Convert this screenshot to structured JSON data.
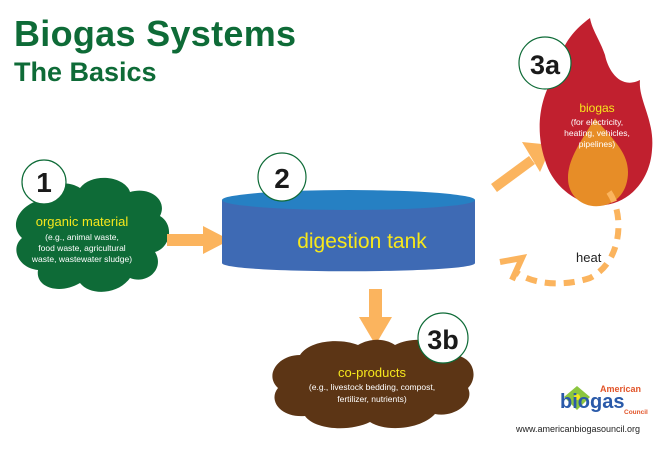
{
  "title": "Biogas Systems",
  "subtitle": "The Basics",
  "steps": {
    "organic": {
      "number": "1",
      "label": "organic material",
      "details": [
        "(e.g., animal waste,",
        "food waste, agricultural",
        "waste, wastewater sludge)"
      ],
      "color": "#0e6b37"
    },
    "tank": {
      "number": "2",
      "label": "digestion tank",
      "color": "#3e6ab4"
    },
    "biogas": {
      "number": "3a",
      "label": "biogas",
      "details": [
        "(for electricity,",
        "heating, vehicles,",
        "pipelines)"
      ],
      "color": "#c1202f"
    },
    "coproducts": {
      "number": "3b",
      "label": "co-products",
      "details": [
        "(e.g.,  livestock bedding, compost,",
        "fertilizer, nutrients)"
      ],
      "color": "#5c3515"
    }
  },
  "heat_label": "heat",
  "arrow_color": "#fbb45e",
  "logo": {
    "line1": "American",
    "line2": "biogas",
    "line3": "Council",
    "url": "www.americanbiogasouncil.org"
  }
}
